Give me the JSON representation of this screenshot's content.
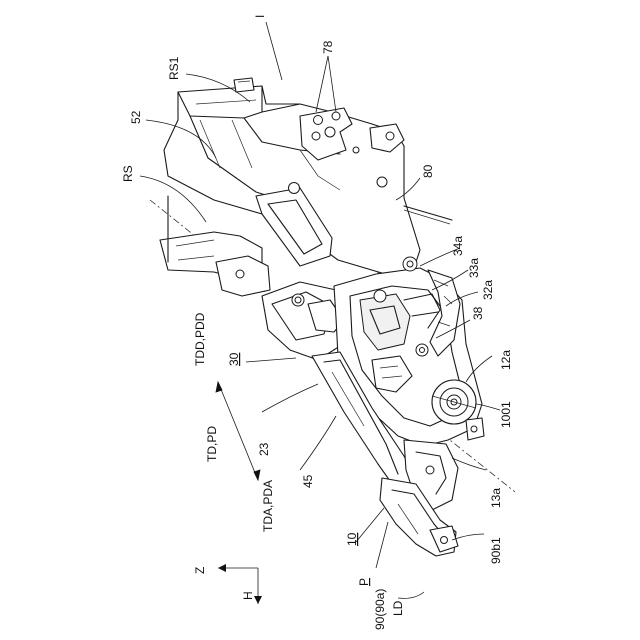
{
  "figure": {
    "labels": {
      "I": "I",
      "RS1": "RS1",
      "n78": "78",
      "n52": "52",
      "RS": "RS",
      "n80": "80",
      "n34a": "34a",
      "n33a": "33a",
      "n32a": "32a",
      "n38": "38",
      "n12a": "12a",
      "n1001": "1001",
      "TDD_PDD": "TDD,PDD",
      "n30": "30",
      "TD_PD": "TD,PD",
      "n23": "23",
      "n45": "45",
      "TDA_PDA": "TDA,PDA",
      "n13a": "13a",
      "n10": "10",
      "n90b1": "90b1",
      "P": "P",
      "Z": "Z",
      "H": "H",
      "n90_90a": "90(90a)",
      "LD": "LD"
    }
  }
}
